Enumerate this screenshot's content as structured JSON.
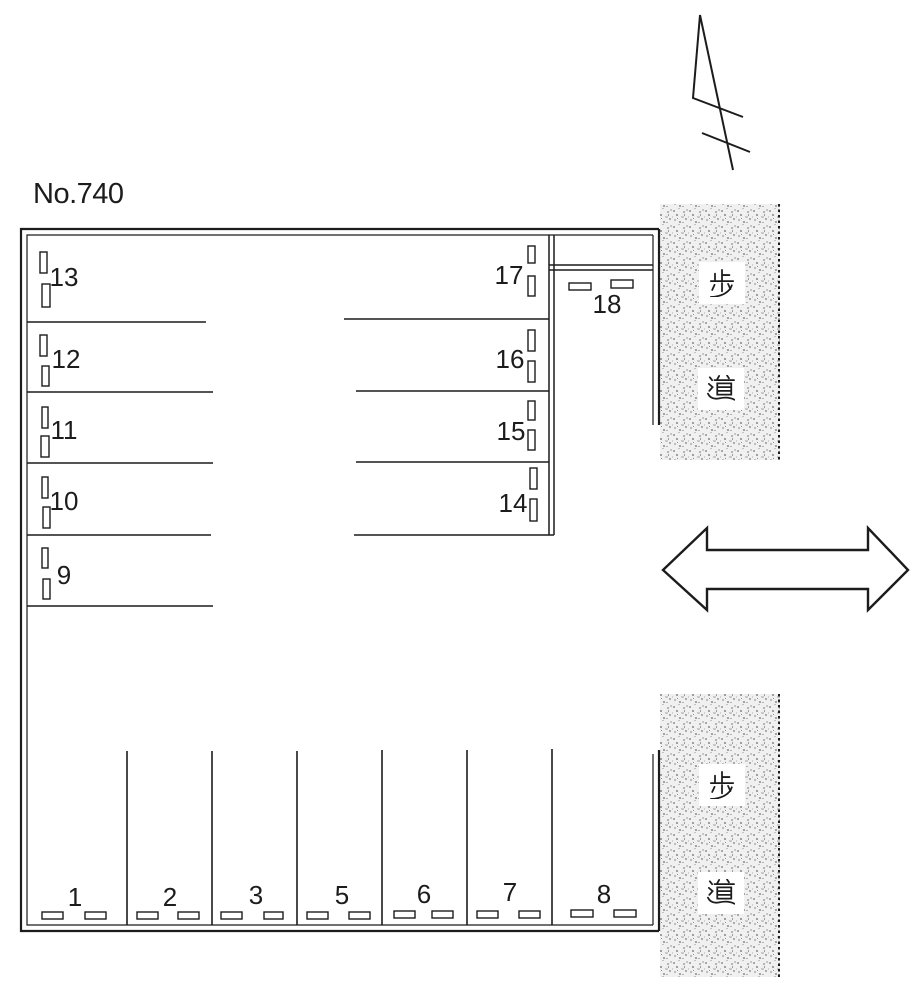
{
  "title": "No.740",
  "stalls": {
    "left_column": [
      {
        "label": "13"
      },
      {
        "label": "12"
      },
      {
        "label": "11"
      },
      {
        "label": "10"
      },
      {
        "label": "9"
      }
    ],
    "right_column": [
      {
        "label": "17"
      },
      {
        "label": "16"
      },
      {
        "label": "15"
      },
      {
        "label": "14"
      }
    ],
    "east": [
      {
        "label": "18"
      }
    ],
    "bottom_row": [
      {
        "label": "1"
      },
      {
        "label": "2"
      },
      {
        "label": "3"
      },
      {
        "label": "5"
      },
      {
        "label": "6"
      },
      {
        "label": "7"
      },
      {
        "label": "8"
      }
    ]
  },
  "sidewalks": {
    "upper": {
      "chars": [
        "歩",
        "道"
      ]
    },
    "lower": {
      "chars": [
        "歩",
        "道"
      ]
    }
  },
  "icons": {
    "north_arrow": "north-direction-symbol",
    "road_arrow": "two-way-traffic-arrow"
  },
  "colors": {
    "ink": "#1c1c1c",
    "paper": "#ffffff",
    "stipple": "#a8a8a8"
  }
}
